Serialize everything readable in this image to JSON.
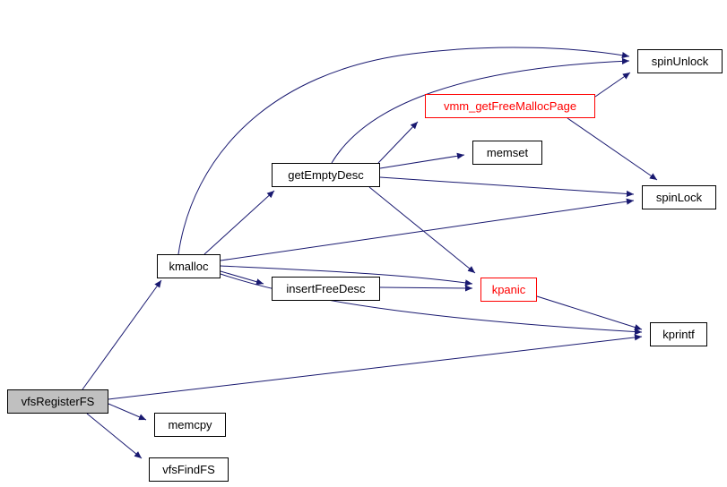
{
  "diagram": {
    "type": "call-graph",
    "background": "#ffffff",
    "edge_color": "#191970",
    "highlight_fill": "#c0c0c0",
    "nodes": [
      {
        "id": "vfsRegisterFS",
        "label": "vfsRegisterFS",
        "fill": "#c0c0c0",
        "border": "#000000",
        "text": "#000000"
      },
      {
        "id": "kmalloc",
        "label": "kmalloc",
        "fill": "#ffffff",
        "border": "#000000",
        "text": "#000000"
      },
      {
        "id": "getEmptyDesc",
        "label": "getEmptyDesc",
        "fill": "#ffffff",
        "border": "#000000",
        "text": "#000000"
      },
      {
        "id": "vmm_getFreeMallocPage",
        "label": "vmm_getFreeMallocPage",
        "fill": "#ffffff",
        "border": "#ff0000",
        "text": "#ff0000"
      },
      {
        "id": "memset",
        "label": "memset",
        "fill": "#ffffff",
        "border": "#000000",
        "text": "#000000"
      },
      {
        "id": "spinUnlock",
        "label": "spinUnlock",
        "fill": "#ffffff",
        "border": "#000000",
        "text": "#000000"
      },
      {
        "id": "spinLock",
        "label": "spinLock",
        "fill": "#ffffff",
        "border": "#000000",
        "text": "#000000"
      },
      {
        "id": "insertFreeDesc",
        "label": "insertFreeDesc",
        "fill": "#ffffff",
        "border": "#000000",
        "text": "#000000"
      },
      {
        "id": "kpanic",
        "label": "kpanic",
        "fill": "#ffffff",
        "border": "#ff0000",
        "text": "#ff0000"
      },
      {
        "id": "kprintf",
        "label": "kprintf",
        "fill": "#ffffff",
        "border": "#000000",
        "text": "#000000"
      },
      {
        "id": "memcpy",
        "label": "memcpy",
        "fill": "#ffffff",
        "border": "#000000",
        "text": "#000000"
      },
      {
        "id": "vfsFindFS",
        "label": "vfsFindFS",
        "fill": "#ffffff",
        "border": "#000000",
        "text": "#000000"
      }
    ],
    "edges": [
      {
        "from": "vfsRegisterFS",
        "to": "kmalloc"
      },
      {
        "from": "vfsRegisterFS",
        "to": "kprintf"
      },
      {
        "from": "vfsRegisterFS",
        "to": "memcpy"
      },
      {
        "from": "vfsRegisterFS",
        "to": "vfsFindFS"
      },
      {
        "from": "kmalloc",
        "to": "getEmptyDesc"
      },
      {
        "from": "kmalloc",
        "to": "spinUnlock"
      },
      {
        "from": "kmalloc",
        "to": "spinLock"
      },
      {
        "from": "kmalloc",
        "to": "insertFreeDesc"
      },
      {
        "from": "kmalloc",
        "to": "kpanic"
      },
      {
        "from": "kmalloc",
        "to": "kprintf"
      },
      {
        "from": "getEmptyDesc",
        "to": "vmm_getFreeMallocPage"
      },
      {
        "from": "getEmptyDesc",
        "to": "memset"
      },
      {
        "from": "getEmptyDesc",
        "to": "spinUnlock"
      },
      {
        "from": "getEmptyDesc",
        "to": "spinLock"
      },
      {
        "from": "getEmptyDesc",
        "to": "kpanic"
      },
      {
        "from": "insertFreeDesc",
        "to": "kpanic"
      },
      {
        "from": "kpanic",
        "to": "kprintf"
      },
      {
        "from": "vmm_getFreeMallocPage",
        "to": "spinUnlock"
      },
      {
        "from": "vmm_getFreeMallocPage",
        "to": "spinLock"
      }
    ]
  }
}
